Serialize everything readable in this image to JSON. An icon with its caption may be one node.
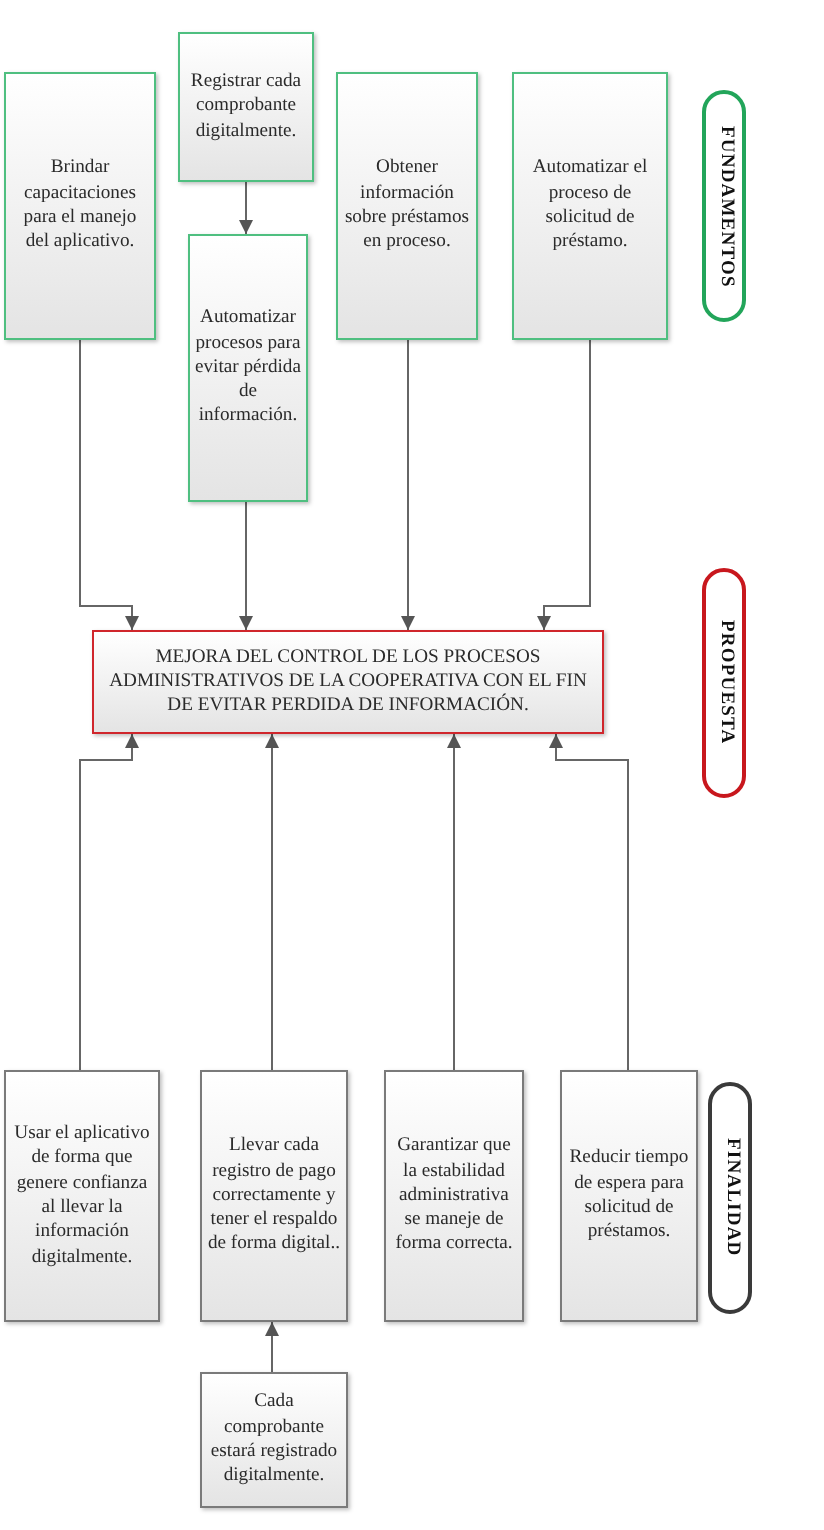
{
  "diagram": {
    "nodes": [
      {
        "text": [
          "Brindar capacitaciones para el manejo del aplicativo."
        ]
      },
      {
        "text": [
          "Registrar cada comprobante digitalmente."
        ]
      },
      {
        "text": [
          "Automatizar procesos para evitar pérdida de información."
        ]
      },
      {
        "text": [
          "Obtener información sobre préstamos en proceso."
        ]
      },
      {
        "text": [
          "Automatizar el proceso de solicitud de préstamo."
        ]
      },
      {
        "text": [
          "FUNDAMENTOS"
        ]
      },
      {
        "text": [
          "MEJORA DEL CONTROL DE LOS PROCESOS ADMINISTRATIVOS DE LA COOPERATIVA CON EL FIN DE EVITAR PERDIDA DE INFORMACIÓN."
        ]
      },
      {
        "text": [
          "PROPUESTA"
        ]
      },
      {
        "text": [
          "Usar el aplicativo de forma que genere confianza al llevar la información digitalmente."
        ]
      },
      {
        "text": [
          "Llevar cada registro de pago correctamente y tener el respaldo de forma digital.."
        ]
      },
      {
        "text": [
          "Garantizar que la estabilidad administrativa se maneje de forma correcta."
        ]
      },
      {
        "text": [
          "Reducir tiempo de espera para solicitud de préstamos."
        ]
      },
      {
        "text": [
          "FINALIDAD"
        ]
      },
      {
        "text": [
          "Cada comprobante estará registrado digitalmente."
        ]
      }
    ],
    "edges": [
      {
        "from": 1,
        "to": 2,
        "arrow": "to"
      },
      {
        "from": 0,
        "to": 6,
        "arrow": "to"
      },
      {
        "from": 2,
        "to": 6,
        "arrow": "to"
      },
      {
        "from": 3,
        "to": 6,
        "arrow": "to"
      },
      {
        "from": 4,
        "to": 6,
        "arrow": "to"
      },
      {
        "from": 8,
        "to": 6,
        "arrow": "to"
      },
      {
        "from": 9,
        "to": 6,
        "arrow": "to"
      },
      {
        "from": 10,
        "to": 6,
        "arrow": "to"
      },
      {
        "from": 11,
        "to": 6,
        "arrow": "to"
      },
      {
        "from": 13,
        "to": 9,
        "arrow": "to"
      }
    ]
  }
}
